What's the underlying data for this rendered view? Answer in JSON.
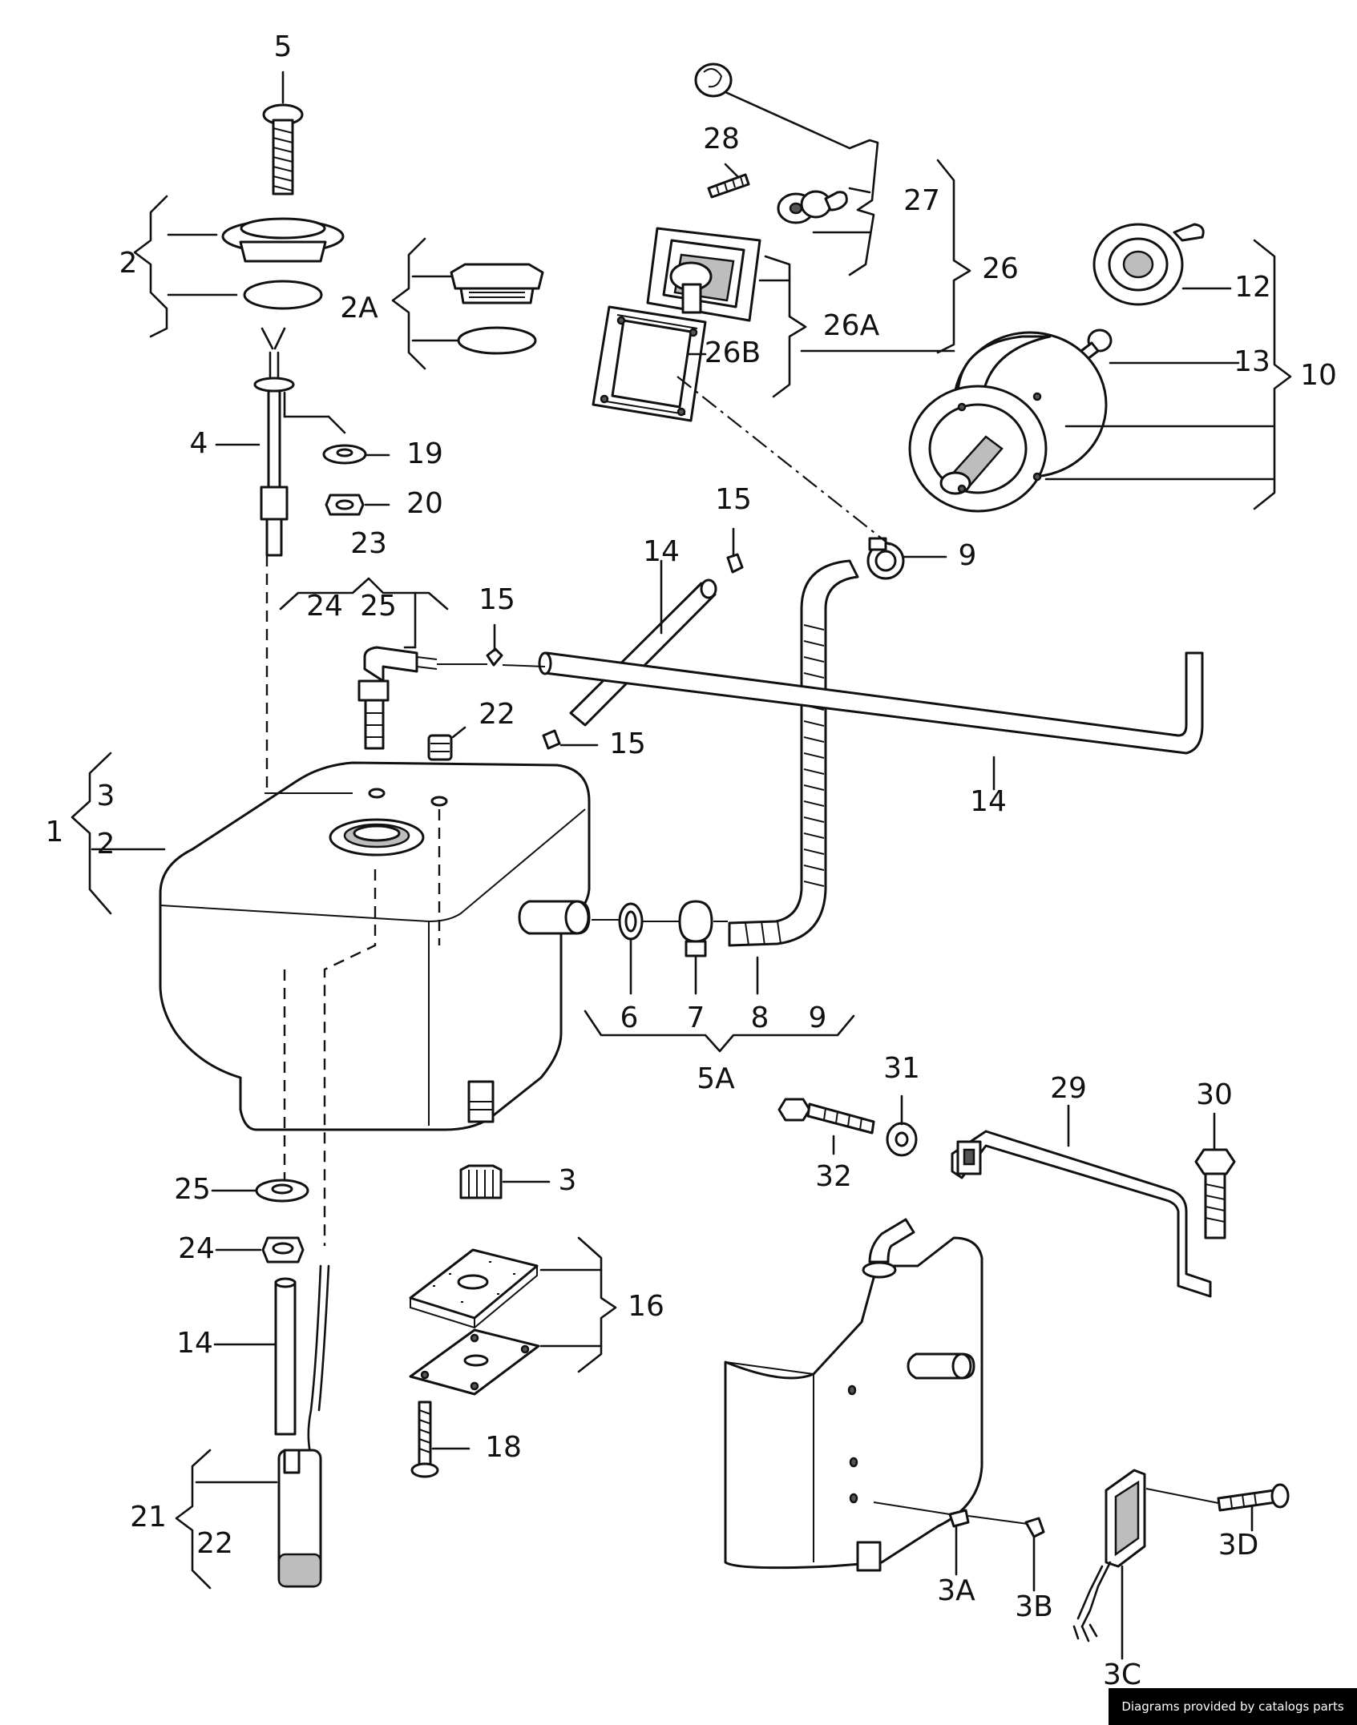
{
  "footer": {
    "credit": "Diagrams provided by catalogs parts"
  },
  "callouts": {
    "c5": "5",
    "c2": "2",
    "c2a": "2A",
    "c4": "4",
    "c19": "19",
    "c20": "20",
    "c23": "23",
    "c24a": "24",
    "c25a": "25",
    "c28": "28",
    "c27": "27",
    "c26": "26",
    "c26a": "26A",
    "c26b": "26B",
    "c12": "12",
    "c13": "13",
    "c10": "10",
    "c9a": "9",
    "c15a": "15",
    "c15b": "15",
    "c15c": "15",
    "c14a": "14",
    "c14b": "14",
    "c22a": "22",
    "c1": "1",
    "c3a": "3",
    "c2b": "2",
    "c6": "6",
    "c7": "7",
    "c8": "8",
    "c9b": "9",
    "c5a": "5A",
    "c31": "31",
    "c29": "29",
    "c30": "30",
    "c32": "32",
    "c3b": "3",
    "c25b": "25",
    "c24b": "24",
    "c14c": "14",
    "c16": "16",
    "c18": "18",
    "c21": "21",
    "c22b": "22",
    "c3a2": "3A",
    "c3b2": "3B",
    "c3c": "3C",
    "c3d": "3D"
  }
}
